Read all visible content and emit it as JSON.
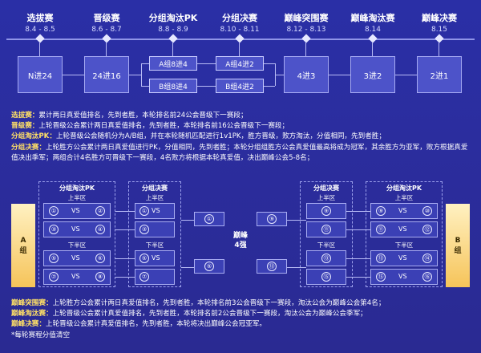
{
  "stages": [
    {
      "title": "选拔赛",
      "date": "8.4 - 8.5"
    },
    {
      "title": "晋级赛",
      "date": "8.6 - 8.7"
    },
    {
      "title": "分组淘汰PK",
      "date": "8.8 - 8.9"
    },
    {
      "title": "分组决赛",
      "date": "8.10 - 8.11"
    },
    {
      "title": "巅峰突围赛",
      "date": "8.12 - 8.13"
    },
    {
      "title": "巅峰淘汰赛",
      "date": "8.14"
    },
    {
      "title": "巅峰决赛",
      "date": "8.15"
    }
  ],
  "flow": {
    "n24": "N进24",
    "b24": "24进16",
    "a84": "A组8进4",
    "b84": "B组8进4",
    "a42": "A组4进2",
    "b42": "B组4进2",
    "f43": "4进3",
    "f32": "3进2",
    "f21": "2进1"
  },
  "rules": [
    {
      "label": "选拔赛：",
      "text": "累计两日真爱值排名，先到者胜，本轮排名前24公会晋级下一赛段；"
    },
    {
      "label": "晋级赛：",
      "text": "上轮晋级公会累计两日真爱值排名，先到者胜，本轮排名前16公会晋级下一赛段；"
    },
    {
      "label": "分组淘汰PK：",
      "text": "上轮晋级公会随机分为A/B组，并在本轮随机匹配进行1v1PK，胜方晋级，败方淘汰，分值相同，先到者胜；"
    },
    {
      "label": "分组决赛：",
      "text": "上轮胜方公会累计两日真爱值进行PK，分值相同，先到者胜；本轮分组组胜方公会真爱值最高将成为冠军，其余胜方为亚军，败方根据真爱值决出季军；两组合计4名胜方可晋级下一赛段，4名败方将根据本轮真爱值，决出巅峰公会5-8名；"
    }
  ],
  "bracket": {
    "pk_title": "分组淘汰PK",
    "final_title": "分组决赛",
    "upper": "上半区",
    "lower": "下半区",
    "vs": "VS",
    "side_a": "A",
    "side_b": "B",
    "group_word": "组",
    "center_l1": "巅峰",
    "center_l2": "4强",
    "n1": "①",
    "n2": "②",
    "n3": "③",
    "n4": "④",
    "n5": "⑤",
    "n6": "⑥",
    "n7": "⑦",
    "n8": "⑧",
    "n9": "⑨",
    "n10": "⑩",
    "n11": "⑪",
    "n12": "⑫",
    "n13": "⑬",
    "n14": "⑭",
    "n15": "⑮",
    "n16": "⑯"
  },
  "bottom_rules": [
    {
      "label": "巅峰突围赛：",
      "text": "上轮胜方公会累计两日真爱值排名，先到者胜，本轮排名前3公会晋级下一赛段，淘汰公会为巅峰公会第4名；"
    },
    {
      "label": "巅峰淘汰赛：",
      "text": "上轮晋级公会累计真爱值排名，先到者胜，本轮排名前2公会晋级下一赛段，淘汰公会为巅峰公会季军；"
    },
    {
      "label": "巅峰决赛：",
      "text": "上轮晋级公会累计真爱值排名，先到者胜，本轮将决出巅峰公会冠亚军。"
    }
  ],
  "note": "*每轮赛程分值清空"
}
